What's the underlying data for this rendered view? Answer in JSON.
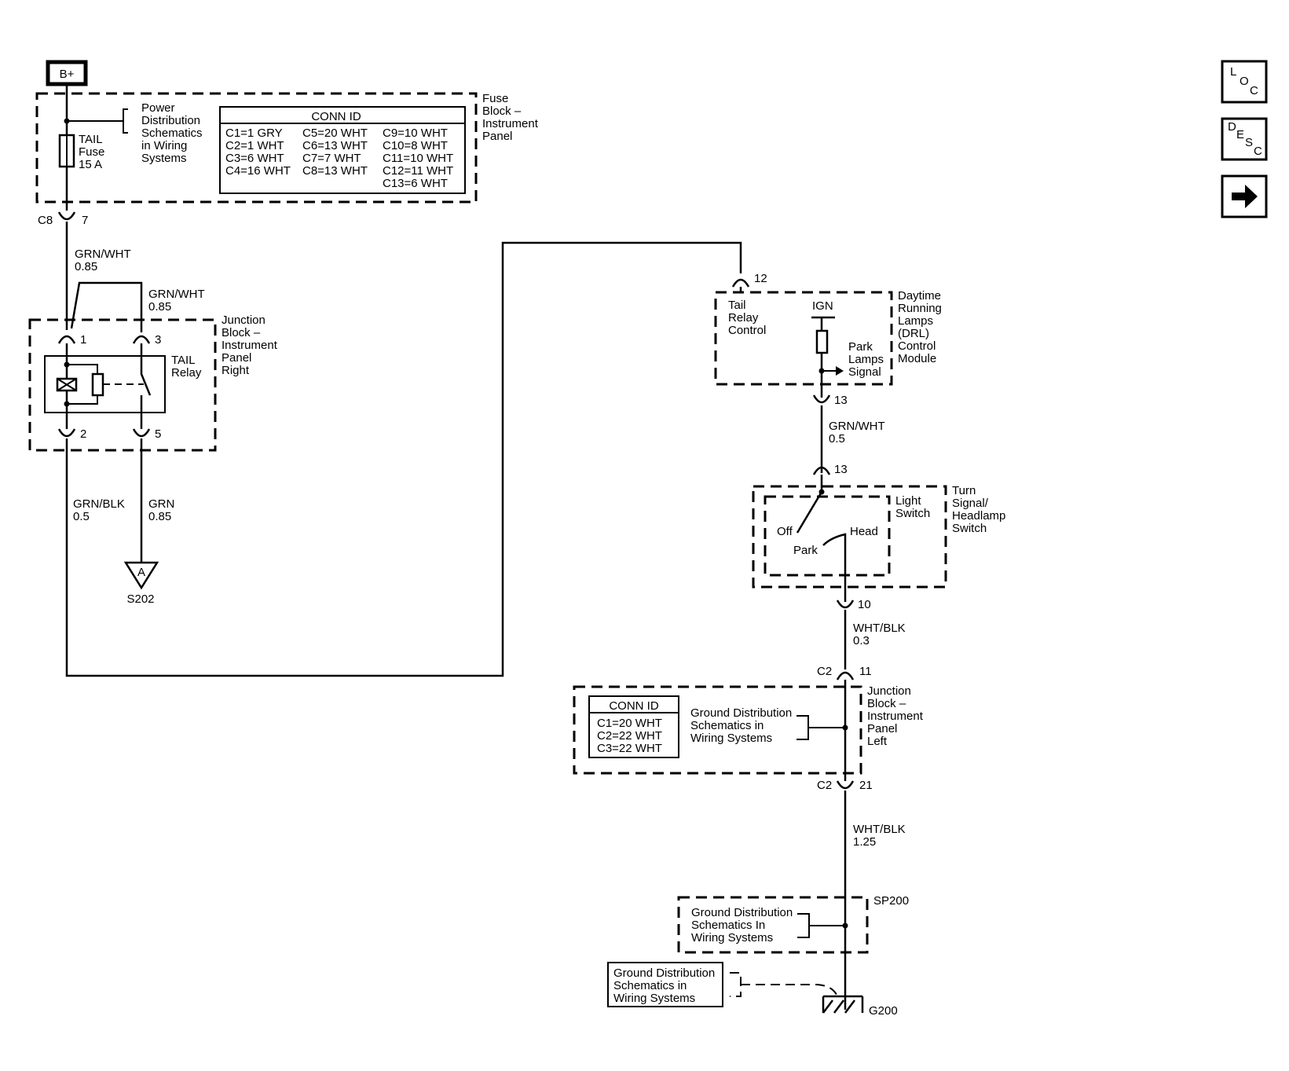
{
  "supply": {
    "label": "B+"
  },
  "fuse_block": {
    "name": [
      "Fuse",
      "Block –",
      "Instrument",
      "Panel"
    ],
    "fuse_label": [
      "TAIL",
      "Fuse",
      "15 A"
    ],
    "ref": [
      "Power",
      "Distribution",
      "Schematics",
      "in Wiring",
      "Systems"
    ],
    "conn_title": "CONN ID",
    "conn_col1": [
      "C1=1 GRY",
      "C2=1 WHT",
      "C3=6 WHT",
      "C4=16 WHT"
    ],
    "conn_col2": [
      "C5=20 WHT",
      "C6=13 WHT",
      "C7=7 WHT",
      "C8=13 WHT"
    ],
    "conn_col3": [
      "C9=10 WHT",
      "C10=8 WHT",
      "C11=10 WHT",
      "C12=11 WHT",
      "C13=6 WHT"
    ]
  },
  "connectors": {
    "c8": "C8",
    "c8_pin": "7",
    "relay_pins": [
      "1",
      "3",
      "2",
      "5"
    ],
    "drl_pin_top": "12",
    "drl_pin_bottom": "13",
    "switch_pin_top": "13",
    "switch_pin_bottom": "10",
    "c2_top": "C2",
    "c2_top_pin": "11",
    "c2_bottom": "C2",
    "c2_bottom_pin": "21"
  },
  "wires": {
    "w1": [
      "GRN/WHT",
      "0.85"
    ],
    "w2": [
      "GRN/WHT",
      "0.85"
    ],
    "w3": [
      "GRN/BLK",
      "0.5"
    ],
    "w4": [
      "GRN",
      "0.85"
    ],
    "w5": [
      "GRN/WHT",
      "0.5"
    ],
    "w6": [
      "WHT/BLK",
      "0.3"
    ],
    "w7": [
      "WHT/BLK",
      "1.25"
    ]
  },
  "junction_block_right": {
    "name": [
      "Junction",
      "Block –",
      "Instrument",
      "Panel",
      "Right"
    ],
    "relay_label": [
      "TAIL",
      "Relay"
    ]
  },
  "splice": {
    "marker": "A",
    "id": "S202"
  },
  "drl_module": {
    "name": [
      "Daytime",
      "Running",
      "Lamps",
      "(DRL)",
      "Control",
      "Module"
    ],
    "tail_relay_control": [
      "Tail",
      "Relay",
      "Control"
    ],
    "ign": "IGN",
    "signal": [
      "Park",
      "Lamps",
      "Signal"
    ]
  },
  "switch": {
    "name": [
      "Turn",
      "Signal/",
      "Headlamp",
      "Switch"
    ],
    "light_switch": [
      "Light",
      "Switch"
    ],
    "off": "Off",
    "park": "Park",
    "head": "Head"
  },
  "junction_block_left": {
    "name": [
      "Junction",
      "Block –",
      "Instrument",
      "Panel",
      "Left"
    ],
    "conn_title": "CONN ID",
    "conn": [
      "C1=20 WHT",
      "C2=22 WHT",
      "C3=22 WHT"
    ],
    "ref": [
      "Ground Distribution",
      "Schematics in",
      "Wiring Systems"
    ]
  },
  "sp200": {
    "id": "SP200",
    "ref": [
      "Ground Distribution",
      "Schematics In",
      "Wiring Systems"
    ]
  },
  "ground": {
    "id": "G200",
    "ref": [
      "Ground Distribution",
      "Schematics in",
      "Wiring Systems"
    ]
  },
  "nav": {
    "loc": [
      "L",
      "O",
      "C"
    ],
    "desc": [
      "D",
      "E",
      "S",
      "C"
    ],
    "next_icon": "arrow-right-icon"
  }
}
